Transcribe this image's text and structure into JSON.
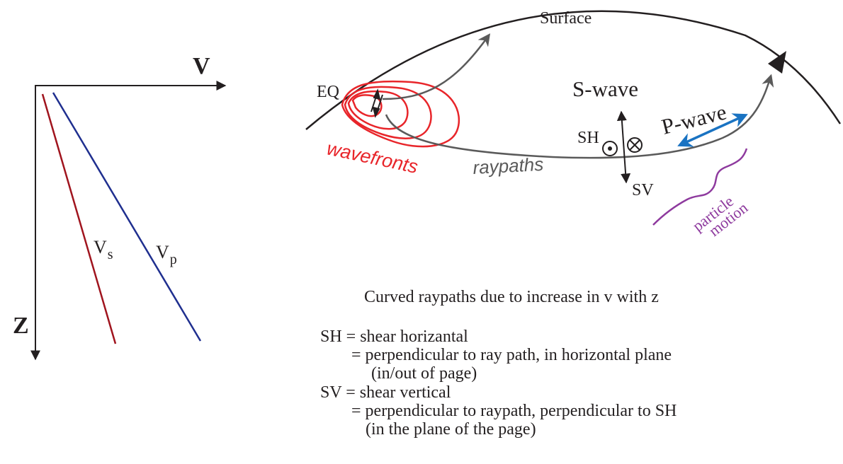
{
  "colors": {
    "ink": "#231f20",
    "vs_line": "#a0141e",
    "vp_line": "#1f2f8f",
    "wavefront": "#e8252a",
    "raypath": "#5a5a5a",
    "pwave_arrow": "#1a73c2",
    "particle_motion": "#8e3a9e"
  },
  "velocity_depth_plot": {
    "x_label": "V",
    "y_label": "Z",
    "vs_label_base": "V",
    "vs_label_sub": "s",
    "vp_label_base": "V",
    "vp_label_sub": "p"
  },
  "wave_diagram": {
    "surface_label": "Surface",
    "eq_label": "EQ",
    "wavefronts_label": "wavefronts",
    "raypaths_label": "raypaths",
    "s_wave_label": "S-wave",
    "p_wave_label": "P-wave",
    "sh_label": "SH",
    "sv_label": "SV",
    "particle_motion_label_1": "particle",
    "particle_motion_label_2": "motion",
    "icons": [
      "fault-arrows-icon",
      "out-of-page-dot-icon",
      "into-page-cross-icon",
      "station-triangle-icon"
    ]
  },
  "captions": {
    "title": "Curved raypaths due to increase in v with z",
    "line1": "SH = shear horizantal",
    "line2": "= perpendicular to ray path, in horizontal plane",
    "line3": "(in/out of page)",
    "line4": "SV = shear vertical",
    "line5": "= perpendicular to raypath, perpendicular to SH",
    "line6": "(in the plane of the page)"
  }
}
